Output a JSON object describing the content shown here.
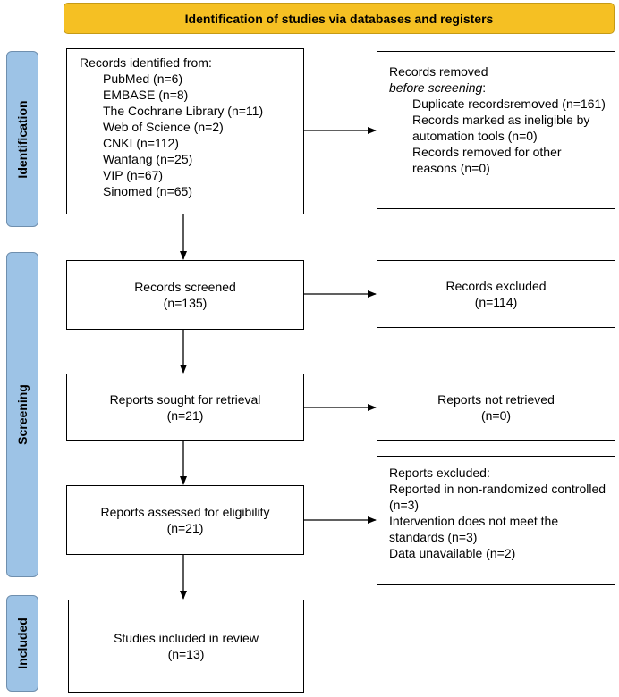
{
  "header": {
    "title": "Identification of studies via databases and registers"
  },
  "phases": {
    "identification": "Identification",
    "screening": "Screening",
    "included": "Included"
  },
  "records_identified": {
    "title": "Records identified from:",
    "sources": [
      "PubMed (n=6)",
      "EMBASE (n=8)",
      "The Cochrane Library (n=11)",
      "Web of Science (n=2)",
      "CNKI (n=112)",
      "Wanfang (n=25)",
      "VIP (n=67)",
      "Sinomed (n=65)"
    ]
  },
  "records_removed": {
    "title_prefix": "Records removed ",
    "title_emphasis": "before screening",
    "title_suffix": ":",
    "items": [
      "Duplicate recordsremoved (n=161)",
      "Records marked as ineligible by automation tools (n=0)",
      "Records removed for other reasons (n=0)"
    ]
  },
  "records_screened": {
    "label": "Records screened",
    "count": "(n=135)"
  },
  "records_excluded": {
    "label": "Records excluded",
    "count": "(n=114)"
  },
  "reports_sought": {
    "label": "Reports sought for retrieval",
    "count": "(n=21)"
  },
  "reports_not_retrieved": {
    "label": "Reports not retrieved",
    "count": "(n=0)"
  },
  "reports_assessed": {
    "label": "Reports assessed for eligibility",
    "count": "(n=21)"
  },
  "reports_excluded": {
    "title": "Reports excluded:",
    "items": [
      "Reported in non-randomized controlled (n=3)",
      "Intervention does not meet the standards (n=3)",
      "Data unavailable (n=2)"
    ]
  },
  "studies_included": {
    "label": "Studies included in review",
    "count": "(n=13)"
  }
}
